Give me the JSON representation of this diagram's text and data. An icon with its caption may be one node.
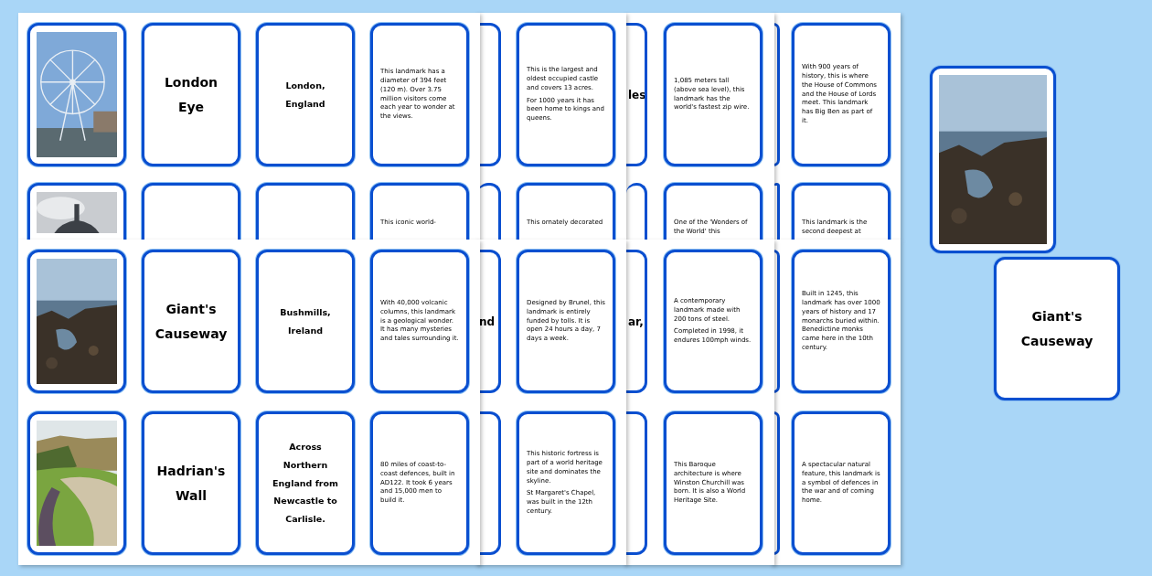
{
  "diagram": {
    "nodes": [
      {
        "text": [],
        "shape": "picture"
      },
      {
        "text": [
          "London Eye"
        ]
      },
      {
        "text": [
          "London, England"
        ]
      },
      {
        "text": [
          "This landmark has a diameter of 394 feet (120 m). Over 3.75 million visitors come each year to wonder at the views."
        ]
      },
      {
        "text": [],
        "shape": "box"
      },
      {
        "text": [
          "This is the largest and oldest occupied castle and covers 13 acres.",
          "For 1000 years it has been home to kings and queens."
        ]
      },
      {
        "text": [
          "les"
        ]
      },
      {
        "text": [
          "1,085 meters tall (above sea level), this landmark has the world's fastest zip wire."
        ]
      },
      {
        "text": [],
        "shape": "box"
      },
      {
        "text": [
          "With 900 years of history, this is where the House of Commons and the House of Lords meet. This landmark has Big Ben as part of it."
        ]
      },
      {
        "text": [],
        "shape": "picture"
      },
      {
        "text": [],
        "shape": "box"
      },
      {
        "text": [],
        "shape": "box"
      },
      {
        "text": [
          "This iconic world-"
        ]
      },
      {
        "text": [],
        "shape": "box"
      },
      {
        "text": [
          "This ornately decorated"
        ]
      },
      {
        "text": [],
        "shape": "box"
      },
      {
        "text": [
          "One of the 'Wonders of the World' this"
        ]
      },
      {
        "text": [],
        "shape": "box"
      },
      {
        "text": [
          "This landmark is the second deepest at"
        ]
      },
      {
        "text": [],
        "shape": "picture"
      },
      {
        "text": [
          "Giant's Causeway"
        ]
      },
      {
        "text": [
          "Bushmills, Ireland"
        ]
      },
      {
        "text": [
          "With 40,000 volcanic columns, this landmark is a geological wonder. It has many mysteries and tales surrounding it."
        ]
      },
      {
        "text": [
          "nd"
        ]
      },
      {
        "text": [
          "Designed by Brunel, this landmark is entirely funded by tolls. It is open 24 hours a day, 7 days a week."
        ]
      },
      {
        "text": [
          "ar,"
        ]
      },
      {
        "text": [
          "A contemporary landmark made with 200 tons of steel.",
          "Completed in 1998, it endures 100mph winds."
        ]
      },
      {
        "text": [],
        "shape": "box"
      },
      {
        "text": [
          "Built in 1245, this landmark has over 1000 years of history and 17 monarchs buried within. Benedictine monks came here in the 10th century."
        ]
      },
      {
        "text": [],
        "shape": "picture"
      },
      {
        "text": [
          "Hadrian's Wall"
        ]
      },
      {
        "text": [
          "Across Northern England from Newcastle to Carlisle."
        ]
      },
      {
        "text": [
          "80 miles of coast-to-coast defences, built in AD122. It took 6 years and 15,000 men to build it."
        ]
      },
      {
        "text": [],
        "shape": "box"
      },
      {
        "text": [
          "This historic fortress is part of a world heritage site and dominates the skyline.",
          "St Margaret's Chapel, was built in the 12th century."
        ]
      },
      {
        "text": [],
        "shape": "box"
      },
      {
        "text": [
          "This Baroque architecture is where Winston Churchill was born. It is also a World Heritage Site."
        ]
      },
      {
        "text": [],
        "shape": "box"
      },
      {
        "text": [
          "A spectacular natural feature, this landmark is a symbol of defences in the war and of coming home."
        ]
      },
      {
        "text": [],
        "shape": "picture"
      },
      {
        "text": [
          "Giant's Causeway"
        ]
      }
    ]
  }
}
